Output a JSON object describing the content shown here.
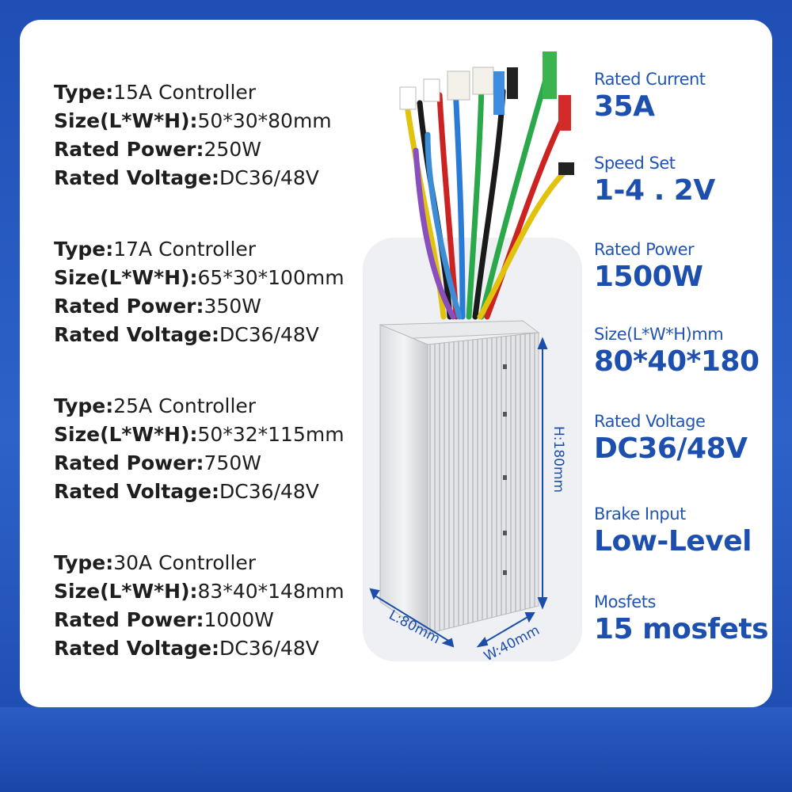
{
  "specs": [
    {
      "type_k": "Type:",
      "type_v": "15A Controller",
      "size_k": "Size(L*W*H):",
      "size_v": "50*30*80mm",
      "power_k": "Rated Power:",
      "power_v": "250W",
      "volt_k": "Rated Voltage:",
      "volt_v": "DC36/48V"
    },
    {
      "type_k": "Type:",
      "type_v": "17A Controller",
      "size_k": "Size(L*W*H):",
      "size_v": "65*30*100mm",
      "power_k": "Rated Power:",
      "power_v": "350W",
      "volt_k": "Rated Voltage:",
      "volt_v": "DC36/48V"
    },
    {
      "type_k": "Type:",
      "type_v": "25A Controller",
      "size_k": "Size(L*W*H):",
      "size_v": "50*32*115mm",
      "power_k": "Rated Power:",
      "power_v": "750W",
      "volt_k": "Rated Voltage:",
      "volt_v": "DC36/48V"
    },
    {
      "type_k": "Type:",
      "type_v": "30A Controller",
      "size_k": "Size(L*W*H):",
      "size_v": "83*40*148mm",
      "power_k": "Rated Power:",
      "power_v": "1000W",
      "volt_k": "Rated Voltage:",
      "volt_v": "DC36/48V"
    }
  ],
  "ratings": [
    {
      "label": "Rated Current",
      "value": "35A"
    },
    {
      "label": "Speed Set",
      "value": "1-4 . 2V"
    },
    {
      "label": "Rated Power",
      "value": "1500W"
    },
    {
      "label": "Size(L*W*H)mm",
      "value": "80*40*180"
    },
    {
      "label": "Rated Voltage",
      "value": "DC36/48V"
    },
    {
      "label": "Brake Input",
      "value": "Low-Level"
    },
    {
      "label": "Mosfets",
      "value": "15 mosfets"
    }
  ],
  "dimensions": {
    "height": "H:180mm",
    "length": "L:80mm",
    "width": "W:40mm"
  },
  "colors": {
    "accent": "#1d4fae",
    "background": "#2a5cc4",
    "card": "#ffffff"
  }
}
